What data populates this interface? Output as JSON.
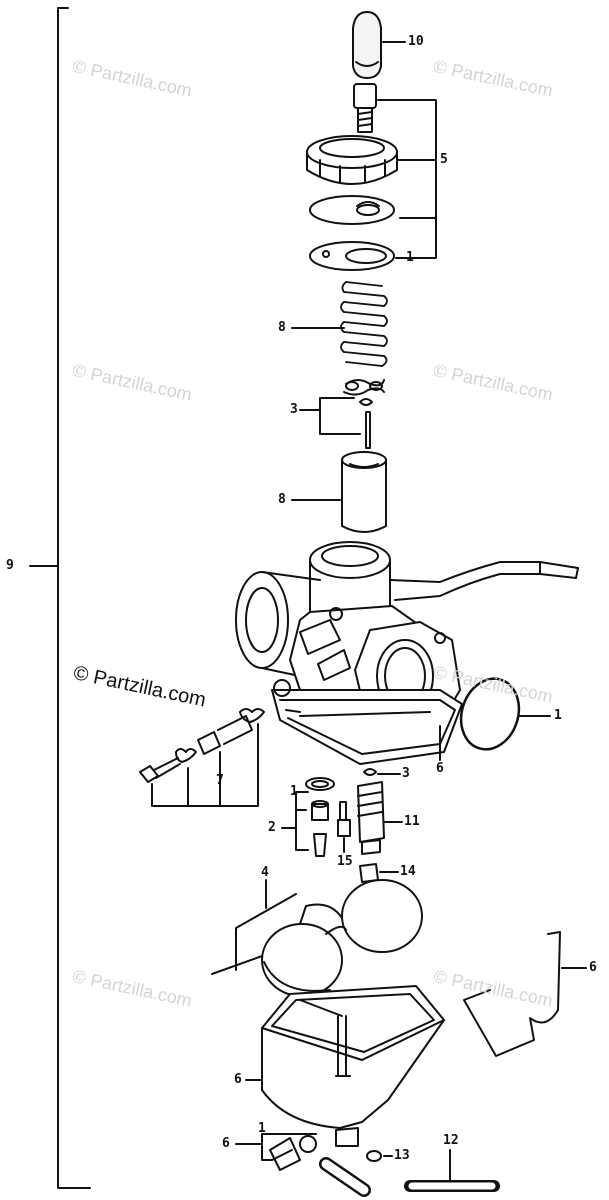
{
  "watermark": "© Partzilla.com",
  "callouts": {
    "c10": "10",
    "c5": "5",
    "c1_top": "1",
    "c8_spring": "8",
    "c3_top": "3",
    "c8_slide": "8",
    "c9": "9",
    "c1_oring": "1",
    "c6_mid": "6",
    "c3_mid": "3",
    "c7": "7",
    "c1_float": "1",
    "c2": "2",
    "c11": "11",
    "c15": "15",
    "c14": "14",
    "c4": "4",
    "c6_wire": "6",
    "c6_bowl": "6",
    "c6_drain": "6",
    "c1_drain": "1",
    "c13": "13",
    "c12": "12"
  }
}
